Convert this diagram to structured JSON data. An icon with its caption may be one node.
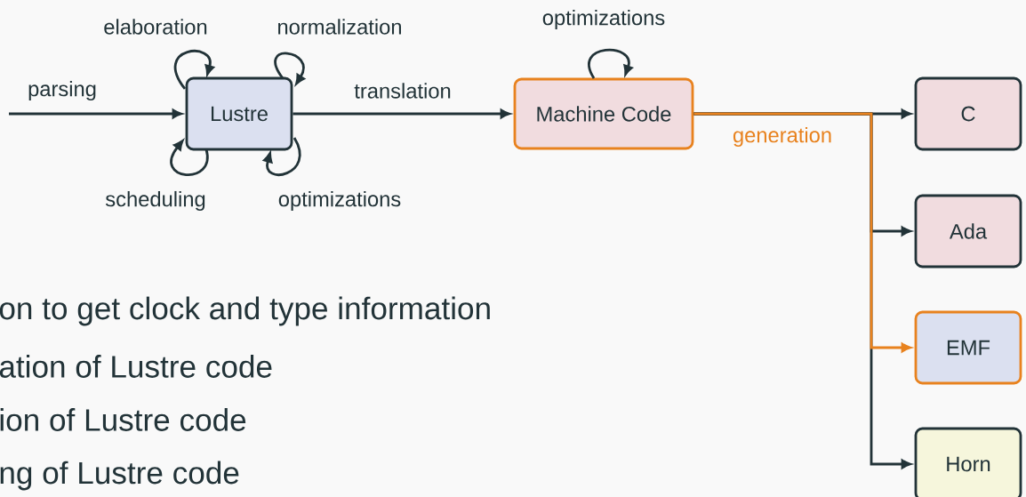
{
  "diagram": {
    "nodes": [
      {
        "text": [
          "Lustre"
        ]
      },
      {
        "text": [
          "Machine Code"
        ]
      },
      {
        "text": [
          "C"
        ]
      },
      {
        "text": [
          "Ada"
        ]
      },
      {
        "text": [
          "EMF"
        ]
      },
      {
        "text": [
          "Horn"
        ]
      }
    ],
    "edges": [
      {
        "from": null,
        "to": 0,
        "arrow": "to",
        "label": "parsing"
      },
      {
        "from": 0,
        "to": 0,
        "arrow": "to",
        "label": "elaboration"
      },
      {
        "from": 0,
        "to": 0,
        "arrow": "to",
        "label": "normalization"
      },
      {
        "from": 0,
        "to": 0,
        "arrow": "to",
        "label": "scheduling"
      },
      {
        "from": 0,
        "to": 0,
        "arrow": "to",
        "label": "optimizations"
      },
      {
        "from": 0,
        "to": 1,
        "arrow": "to",
        "label": "translation"
      },
      {
        "from": 1,
        "to": 1,
        "arrow": "to",
        "label": "optimizations"
      },
      {
        "from": 1,
        "to": 2,
        "arrow": "to"
      },
      {
        "from": 1,
        "to": 3,
        "arrow": "to"
      },
      {
        "from": 1,
        "to": 4,
        "arrow": "to",
        "label": "generation",
        "color": "#e8821e"
      },
      {
        "from": 1,
        "to": 5,
        "arrow": "to"
      }
    ],
    "labels": [
      "on to get clock and type information",
      "ation of Lustre code",
      "ion of Lustre code",
      "ng of Lustre code"
    ]
  }
}
